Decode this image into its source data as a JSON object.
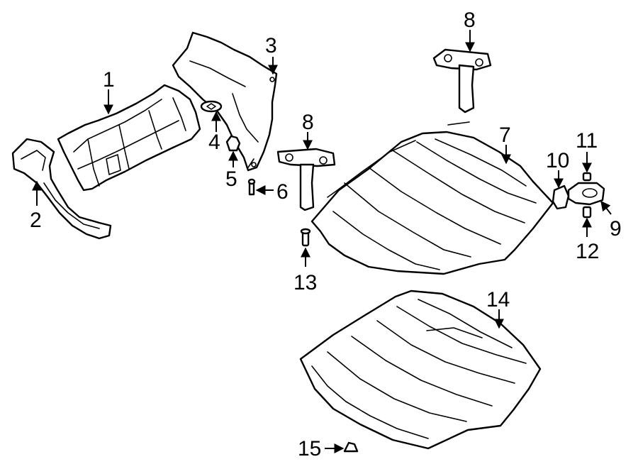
{
  "callouts": {
    "c1": "1",
    "c2": "2",
    "c3": "3",
    "c4": "4",
    "c5": "5",
    "c6": "6",
    "c7": "7",
    "c8a": "8",
    "c8b": "8",
    "c9": "9",
    "c10": "10",
    "c11": "11",
    "c12": "12",
    "c13": "13",
    "c14": "14",
    "c15": "15"
  }
}
